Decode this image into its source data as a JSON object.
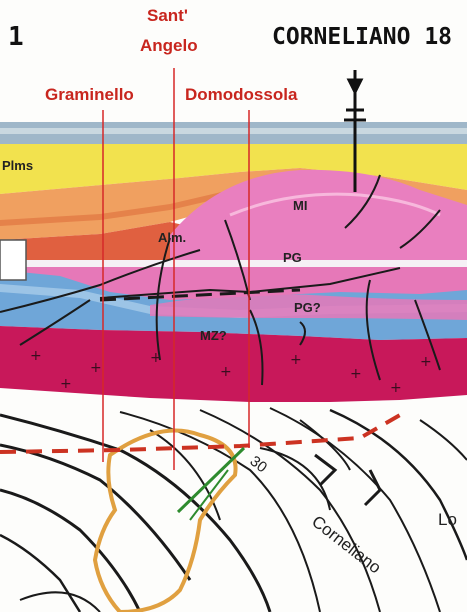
{
  "header": {
    "page_number": "1",
    "section_title": "CORNELIANO 18"
  },
  "well_labels": {
    "sant_angelo_line1": "Sant'",
    "sant_angelo_line2": "Angelo",
    "graminello": "Graminello",
    "domodossola": "Domodossola"
  },
  "formation_labels": {
    "plms": "Plms",
    "mi": "MI",
    "alm": "Alm.",
    "pg": "PG",
    "pg_query": "PG?",
    "mz": "MZ?"
  },
  "map_labels": {
    "contour_30": "30",
    "corneliano": "Corneliano",
    "lo": "Lo"
  },
  "colors": {
    "well_line": "#d62828",
    "trace_line": "#cc3322",
    "green_section": "#2e8b2e",
    "outline_orange": "#e0a040",
    "magenta_basement": "#c8185a",
    "pink_layer": "#e97fbf",
    "blue_layer": "#6fa6d8",
    "yellow_layer": "#f2e24e",
    "orange_layer": "#f0a060"
  }
}
